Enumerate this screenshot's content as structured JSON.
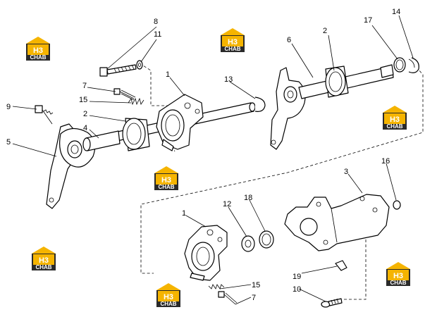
{
  "logo": {
    "main": "H3",
    "sub": "CHAB",
    "color": "#f5b400",
    "dark": "#2a2a2a"
  },
  "callouts": [
    {
      "id": "c8",
      "text": "8"
    },
    {
      "id": "c11",
      "text": "11"
    },
    {
      "id": "c2a",
      "text": "2"
    },
    {
      "id": "c17",
      "text": "17"
    },
    {
      "id": "c14",
      "text": "14"
    },
    {
      "id": "c6",
      "text": "6"
    },
    {
      "id": "c7a",
      "text": "7"
    },
    {
      "id": "c1a",
      "text": "1"
    },
    {
      "id": "c13",
      "text": "13"
    },
    {
      "id": "c15a",
      "text": "15"
    },
    {
      "id": "c9",
      "text": "9"
    },
    {
      "id": "c2b",
      "text": "2"
    },
    {
      "id": "c4",
      "text": "4"
    },
    {
      "id": "c5",
      "text": "5"
    },
    {
      "id": "c3",
      "text": "3"
    },
    {
      "id": "c16",
      "text": "16"
    },
    {
      "id": "c1b",
      "text": "1"
    },
    {
      "id": "c12",
      "text": "12"
    },
    {
      "id": "c18",
      "text": "18"
    },
    {
      "id": "c19",
      "text": "19"
    },
    {
      "id": "c15b",
      "text": "15"
    },
    {
      "id": "c10",
      "text": "10"
    },
    {
      "id": "c7b",
      "text": "7"
    }
  ]
}
